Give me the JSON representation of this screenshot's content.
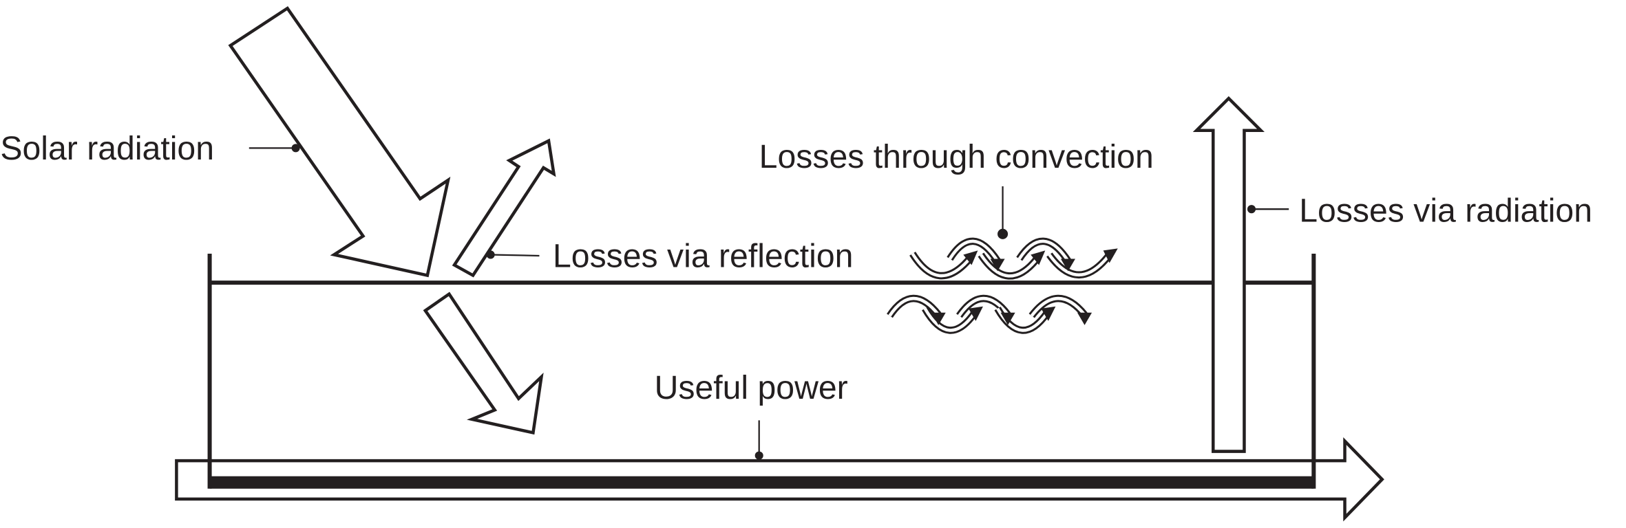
{
  "labels": {
    "solar": "Solar radiation",
    "reflection": "Losses via reflection",
    "convection": "Losses through convection",
    "radiation": "Losses via radiation",
    "useful": "Useful power"
  },
  "colors": {
    "ink": "#231f20",
    "background": "#ffffff"
  }
}
